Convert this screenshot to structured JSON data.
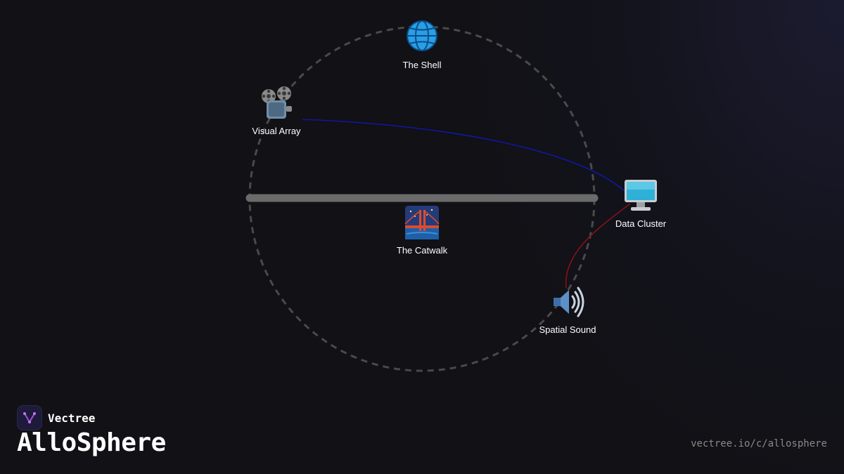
{
  "diagram": {
    "nodes": [
      {
        "id": "shell",
        "label": "The Shell",
        "icon": "globe-icon"
      },
      {
        "id": "visual",
        "label": "Visual Array",
        "icon": "film-projector-icon"
      },
      {
        "id": "data",
        "label": "Data Cluster",
        "icon": "desktop-computer-icon"
      },
      {
        "id": "catwalk",
        "label": "The Catwalk",
        "icon": "bridge-at-night-icon"
      },
      {
        "id": "sound",
        "label": "Spatial Sound",
        "icon": "speaker-icon"
      }
    ],
    "edges": [
      {
        "from": "visual",
        "to": "data",
        "color": "#1018a0"
      },
      {
        "from": "data",
        "to": "sound",
        "color": "#8a1018"
      }
    ]
  },
  "brand": {
    "name": "Vectree",
    "logo_icon": "vectree-logo-icon"
  },
  "title": "AlloSphere",
  "url": "vectree.io/c/allosphere",
  "colors": {
    "background": "#111116",
    "ring": "#4a4a4a",
    "catwalk": "#6b6b6b",
    "text": "#ffffff",
    "url": "#8a8a8a"
  }
}
